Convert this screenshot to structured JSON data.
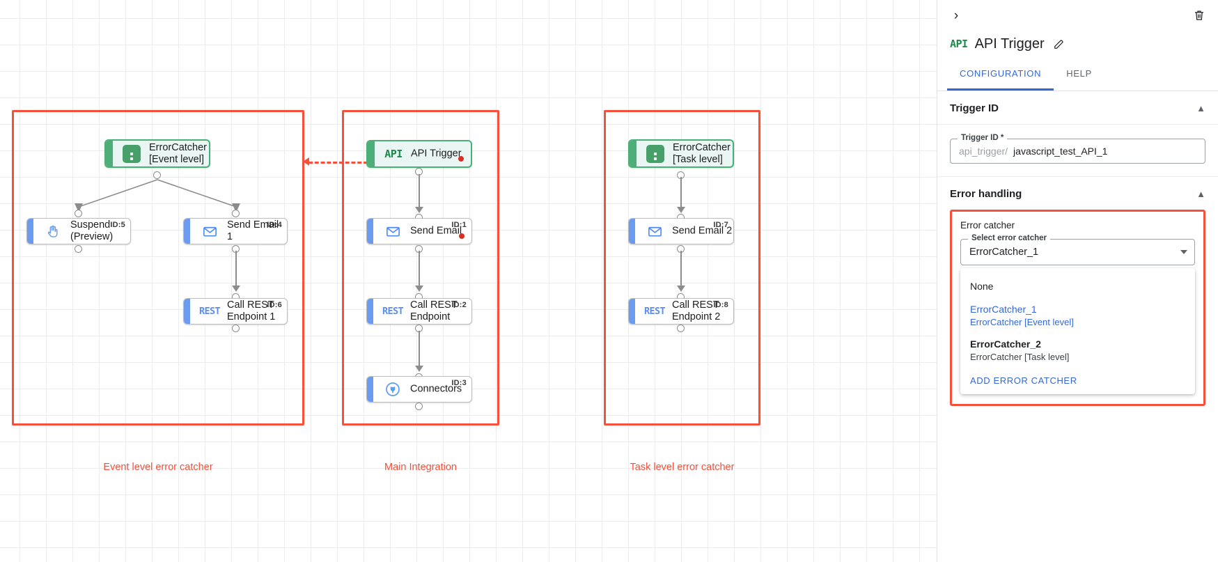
{
  "canvas": {
    "groups": [
      {
        "caption": "Event level error catcher"
      },
      {
        "caption": "Main Integration"
      },
      {
        "caption": "Task level error catcher"
      }
    ],
    "nodes": {
      "error_catcher_event": {
        "label": "ErrorCatcher\n[Event level]",
        "icon": "error-catcher-icon",
        "id_label": ""
      },
      "suspend": {
        "label": "Suspend\n(Preview)",
        "icon": "hand-icon",
        "id_label": "ID:5"
      },
      "send_email_1": {
        "label": "Send Email 1",
        "icon": "envelope-icon",
        "id_label": "ID:4"
      },
      "call_rest_1": {
        "label": "Call REST\nEndpoint 1",
        "icon": "rest-icon",
        "id_label": "ID:6"
      },
      "api_trigger": {
        "label": "API Trigger",
        "icon": "api-icon",
        "id_label": ""
      },
      "send_email": {
        "label": "Send Email",
        "icon": "envelope-icon",
        "id_label": "ID:1"
      },
      "call_rest": {
        "label": "Call REST\nEndpoint",
        "icon": "rest-icon",
        "id_label": "ID:2"
      },
      "connectors": {
        "label": "Connectors",
        "icon": "connectors-icon",
        "id_label": "ID:3"
      },
      "error_catcher_task": {
        "label": "ErrorCatcher\n[Task level]",
        "icon": "error-catcher-icon",
        "id_label": ""
      },
      "send_email_2": {
        "label": "Send Email 2",
        "icon": "envelope-icon",
        "id_label": "ID:7"
      },
      "call_rest_2": {
        "label": "Call REST\nEndpoint 2",
        "icon": "rest-icon",
        "id_label": "ID:8"
      }
    },
    "icon_text": {
      "api": "API",
      "rest": "REST"
    },
    "colors": {
      "group_frame": "#f4503c",
      "selected_node": "#4caf77",
      "node_accent": "#6b9bf0",
      "error_badge": "#d93025"
    }
  },
  "panel": {
    "collapse_icon": "chevron-right-icon",
    "delete_icon": "trash-icon",
    "title": "API Trigger",
    "title_icon": "api-icon",
    "edit_icon": "pencil-icon",
    "tabs": [
      {
        "label": "CONFIGURATION",
        "active": true
      },
      {
        "label": "HELP",
        "active": false
      }
    ],
    "trigger_id_section": {
      "title": "Trigger ID",
      "field_legend": "Trigger ID *",
      "prefix": "api_trigger/",
      "value": "javascript_test_API_1"
    },
    "error_handling_section": {
      "title": "Error handling",
      "error_catcher_label": "Error catcher",
      "select_legend": "Select error catcher",
      "selected_value": "ErrorCatcher_1",
      "options": [
        {
          "main": "None",
          "sub": "",
          "selected": false,
          "bold": false
        },
        {
          "main": "ErrorCatcher_1",
          "sub": "ErrorCatcher [Event level]",
          "selected": true,
          "bold": false
        },
        {
          "main": "ErrorCatcher_2",
          "sub": "ErrorCatcher [Task level]",
          "selected": false,
          "bold": true
        }
      ],
      "add_action": "ADD ERROR CATCHER"
    }
  }
}
